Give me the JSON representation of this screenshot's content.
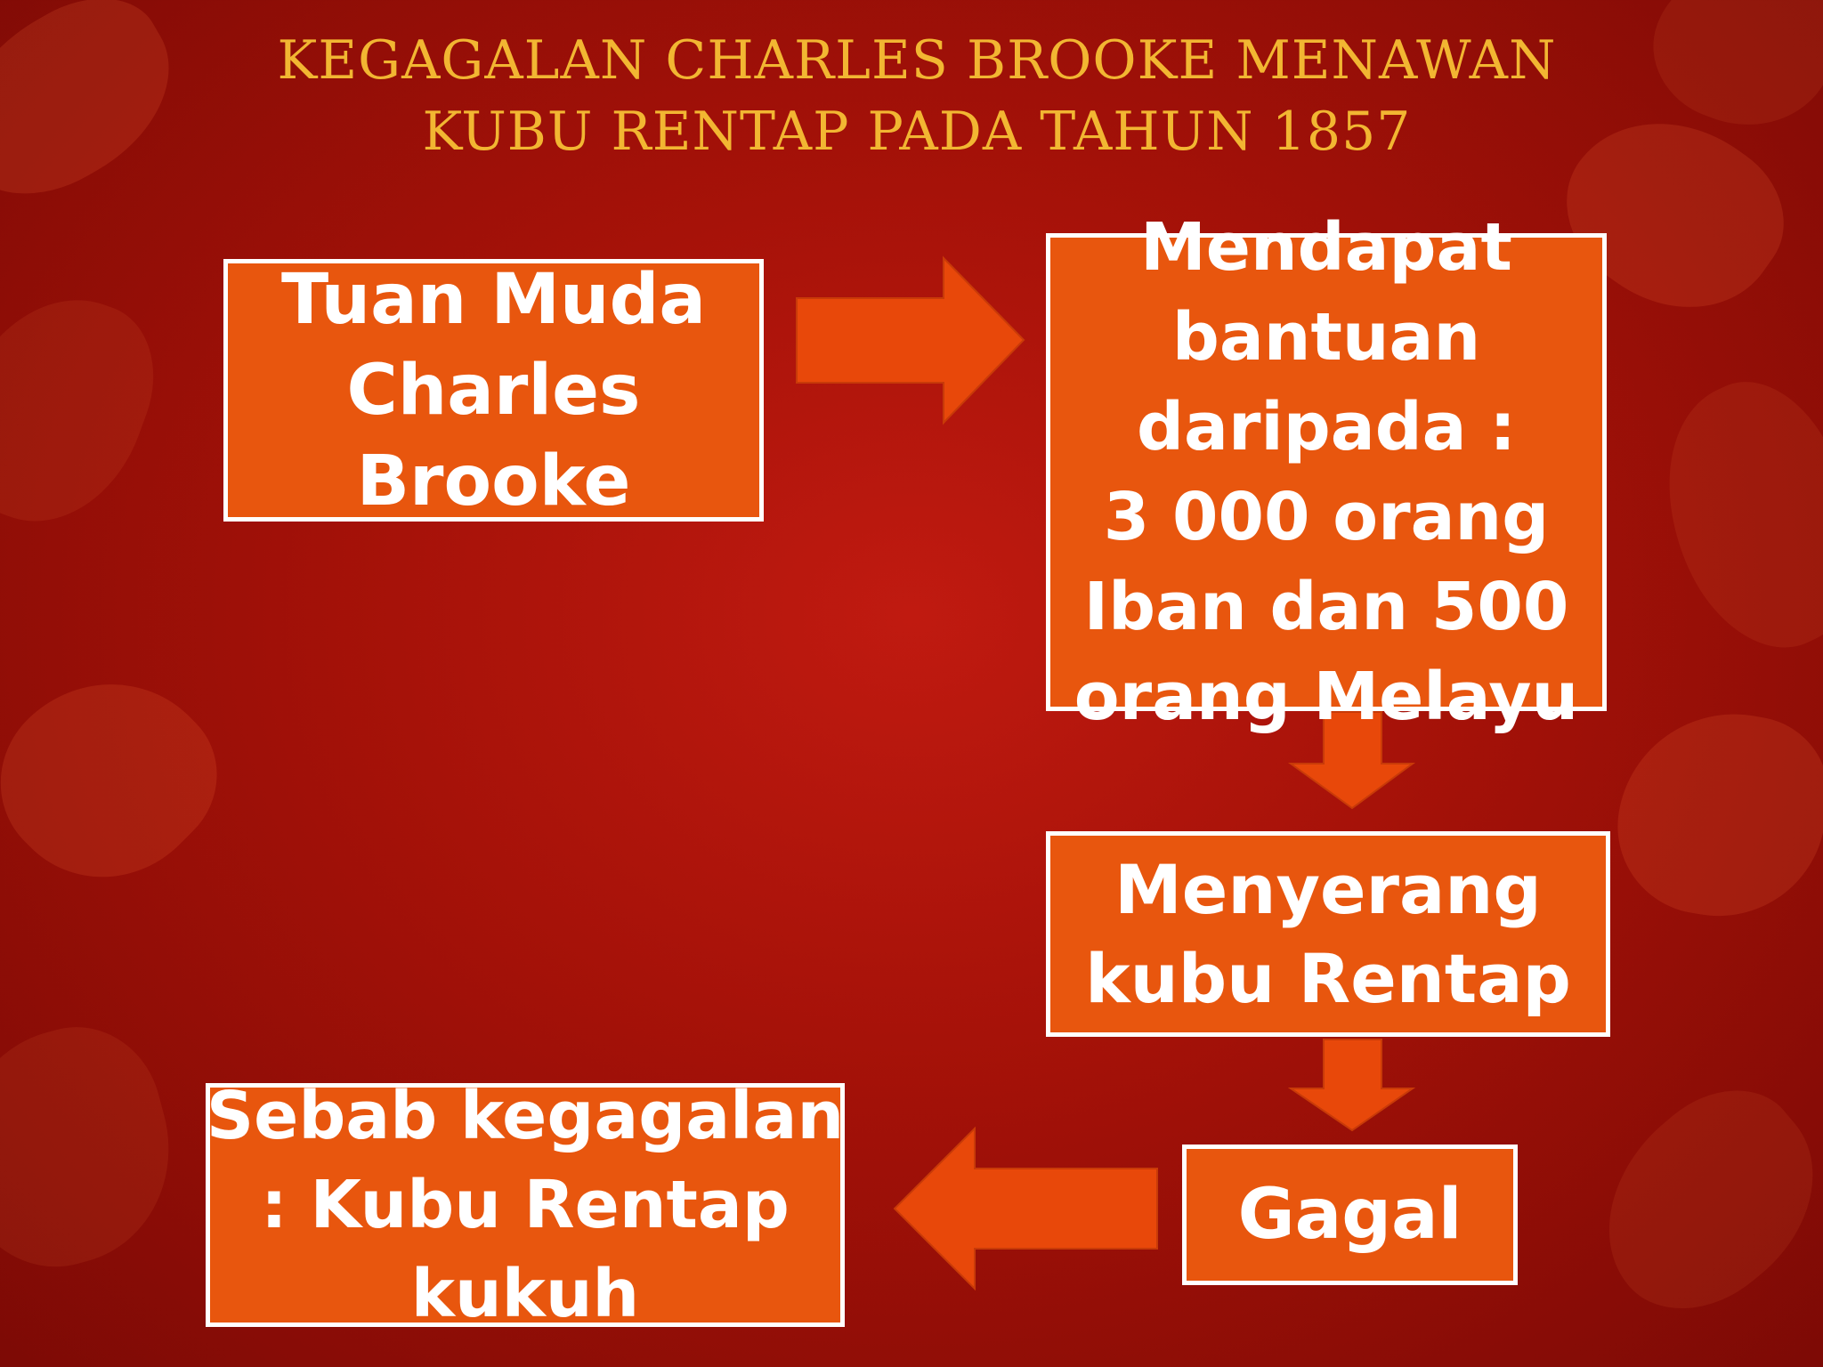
{
  "title": {
    "line1": "KEGAGALAN CHARLES BROOKE MENAWAN",
    "line2": "KUBU RENTAP PADA TAHUN 1857"
  },
  "boxes": {
    "charles": {
      "lines": [
        "Tuan Muda",
        "Charles",
        "Brooke"
      ]
    },
    "bantuan": {
      "lines": [
        "Mendapat",
        "bantuan",
        "daripada :",
        "3 000 orang",
        "Iban dan 500",
        "orang Melayu"
      ]
    },
    "menyerang": {
      "lines": [
        "Menyerang",
        "kubu Rentap"
      ]
    },
    "gagal": {
      "lines": [
        "Gagal"
      ]
    },
    "sebab": {
      "lines": [
        "Sebab kegagalan",
        ": Kubu Rentap",
        "kukuh"
      ]
    }
  },
  "colors": {
    "box_fill": "#e8560e",
    "box_border": "#ffffff",
    "arrow_fill": "#e8480a",
    "title_color": "#f2b632",
    "background": "#a31108"
  }
}
